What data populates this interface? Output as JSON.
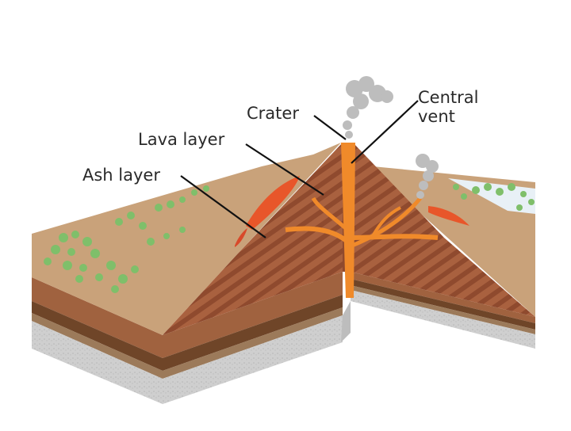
{
  "labels": {
    "crater": "Crater",
    "lava_layer": "Lava layer",
    "ash_layer": "Ash layer",
    "central_vent": [
      "Central",
      "vent"
    ]
  },
  "colors": {
    "background": "#ffffff",
    "ground": "#c9a27a",
    "vegetation": "#7fbf6a",
    "cone": "#a9613f",
    "magma": "#e8562a",
    "vent": "#f08a2a",
    "bedrock": "#c8c8c8",
    "smoke": "#bdbdbd",
    "leader_lines": "#111111"
  }
}
